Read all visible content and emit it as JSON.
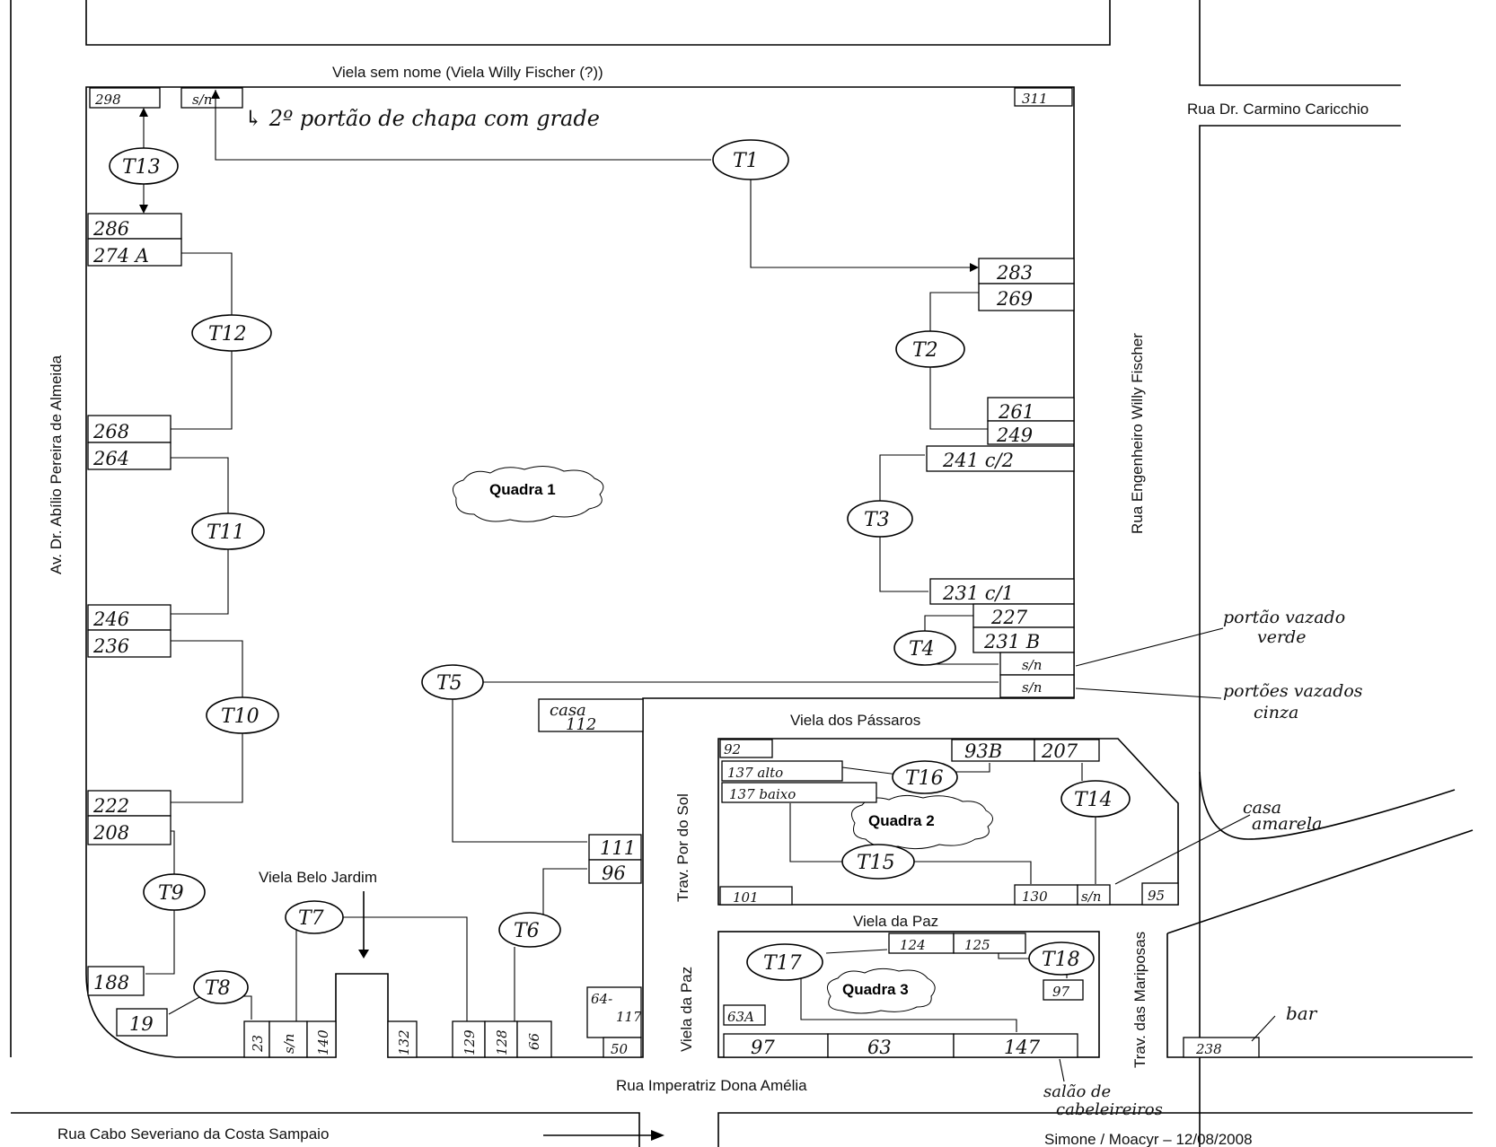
{
  "streets": {
    "viela_sem_nome": "Viela sem nome (Viela Willy Fischer (?))",
    "rua_carmino": "Rua Dr. Carmino Caricchio",
    "av_abilio": "Av. Dr. Abílio Pereira de Almeida",
    "rua_willy": "Rua Engenheiro Willy Fischer",
    "viela_passaros": "Viela dos Pássaros",
    "trav_por_do_sol": "Trav. Por do Sol",
    "viela_paz_top": "Viela da Paz",
    "viela_paz_side": "Viela da Paz",
    "trav_mariposas": "Trav. das Mariposas",
    "viela_belo_jardim": "Viela Belo Jardim",
    "rua_imperatriz": "Rua Imperatriz Dona Amélia",
    "rua_cabo": "Rua Cabo Severiano da Costa Sampaio"
  },
  "blocks": {
    "q1": "Quadra 1",
    "q2": "Quadra 2",
    "q3": "Quadra 3"
  },
  "credit": "Simone / Moacyr – 12/08/2008",
  "notes": {
    "segundo_portao": "↳ 2º portão de chapa com grade",
    "portao_verde_1": "portão vazado",
    "portao_verde_2": "verde",
    "portao_cinza_1": "portões vazados",
    "portao_cinza_2": "cinza",
    "casa_amarela_1": "casa",
    "casa_amarela_2": "amarela",
    "bar": "bar",
    "salao_1": "salão de",
    "salao_2": "cabeleireiros"
  },
  "sections": {
    "t1": "T1",
    "t2": "T2",
    "t3": "T3",
    "t4": "T4",
    "t5": "T5",
    "t6": "T6",
    "t7": "T7",
    "t8": "T8",
    "t9": "T9",
    "t10": "T10",
    "t11": "T11",
    "t12": "T12",
    "t13": "T13",
    "t14": "T14",
    "t15": "T15",
    "t16": "T16",
    "t17": "T17",
    "t18": "T18"
  },
  "houses": {
    "h298": "298",
    "hsn_top": "s/n",
    "h311": "311",
    "h286": "286",
    "h274a": "274 A",
    "h268": "268",
    "h264": "264",
    "h246": "246",
    "h236": "236",
    "h222": "222",
    "h208": "208",
    "h188": "188",
    "h19": "19",
    "h23": "23",
    "hsn_bottom": "s/n",
    "h140": "140",
    "h132": "132",
    "h129": "129",
    "h128": "128",
    "h66": "66",
    "h64": "64-",
    "h117": "117",
    "h50": "50",
    "h111": "111",
    "h96": "96",
    "casa112_1": "casa",
    "casa112_2": "112",
    "h283": "283",
    "h269": "269",
    "h261": "261",
    "h249": "249",
    "h241": "241 c/2",
    "h231c": "231 c/1",
    "h227": "227",
    "h231b": "231 B",
    "hsn_r1": "s/n",
    "hsn_r2": "s/n",
    "h92": "92",
    "h93b": "93B",
    "h207": "207",
    "h137alto": "137 alto",
    "h137baixo": "137 baixo",
    "h101": "101",
    "h130": "130",
    "hsn_q2": "s/n",
    "h95": "95",
    "h124": "124",
    "h125": "125",
    "h97_q3": "97",
    "h63a": "63A",
    "h97": "97",
    "h63": "63",
    "h147": "147",
    "h238": "238"
  }
}
